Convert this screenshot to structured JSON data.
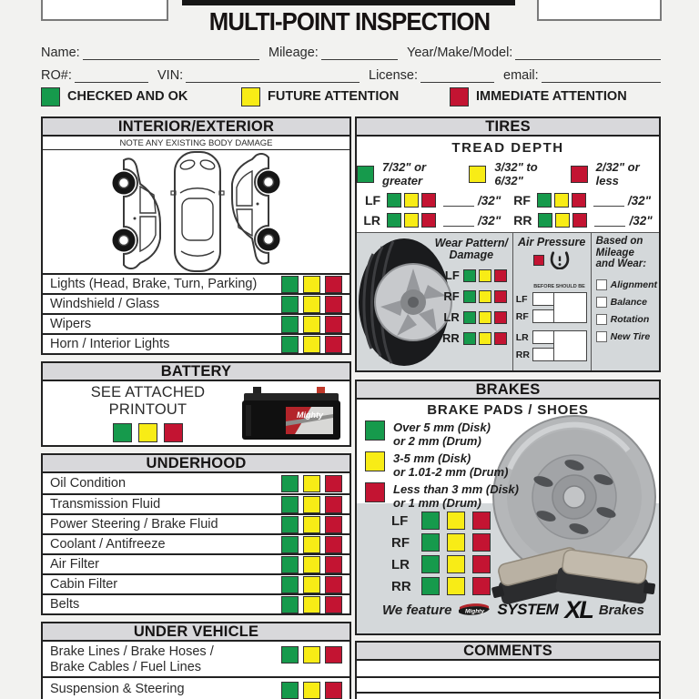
{
  "colors": {
    "green": "#169a4c",
    "yellow": "#f8ec16",
    "red": "#c31432",
    "header_bg": "#d8d8db",
    "panel_bg": "#d4d8da"
  },
  "header": {
    "title": "MULTI-POINT INSPECTION"
  },
  "form": {
    "name_label": "Name:",
    "mileage_label": "Mileage:",
    "ymm_label": "Year/Make/Model:",
    "ro_label": "RO#:",
    "vin_label": "VIN:",
    "license_label": "License:",
    "email_label": "email:"
  },
  "legend": {
    "ok": "CHECKED AND OK",
    "future": "FUTURE ATTENTION",
    "immediate": "IMMEDIATE ATTENTION"
  },
  "interior_exterior": {
    "title": "INTERIOR/EXTERIOR",
    "note": "NOTE ANY EXISTING BODY DAMAGE",
    "items": [
      "Lights (Head, Brake, Turn, Parking)",
      "Windshield / Glass",
      "Wipers",
      "Horn / Interior Lights"
    ]
  },
  "battery": {
    "title": "BATTERY",
    "text": "SEE ATTACHED PRINTOUT",
    "brand": "Mighty"
  },
  "underhood": {
    "title": "UNDERHOOD",
    "items": [
      "Oil Condition",
      "Transmission Fluid",
      "Power Steering / Brake Fluid",
      "Coolant / Antifreeze",
      "Air Filter",
      "Cabin Filter",
      "Belts"
    ]
  },
  "under_vehicle": {
    "title": "UNDER VEHICLE",
    "rows": [
      [
        "Brake Lines / Brake Hoses /",
        "Brake Cables / Fuel Lines"
      ],
      [
        "Suspension & Steering"
      ]
    ]
  },
  "tires": {
    "title": "TIRES",
    "tread": {
      "title": "TREAD DEPTH",
      "legend": [
        {
          "label": "7/32\" or greater"
        },
        {
          "label": "3/32\" to 6/32\""
        },
        {
          "label": "2/32\" or less"
        }
      ],
      "unit": "/32\"",
      "positions": [
        "LF",
        "RF",
        "LR",
        "RR"
      ]
    },
    "wear": {
      "title1": "Wear Pattern/",
      "title2": "Damage",
      "positions": [
        "LF",
        "RF",
        "LR",
        "RR"
      ]
    },
    "air": {
      "title": "Air Pressure",
      "before": "BEFORE",
      "should": "SHOULD BE",
      "positions": [
        "LF",
        "RF",
        "LR",
        "RR"
      ]
    },
    "based": {
      "title1": "Based on",
      "title2": "Mileage",
      "title3": "and Wear:",
      "options": [
        "Alignment",
        "Balance",
        "Rotation",
        "New Tire"
      ]
    }
  },
  "brakes": {
    "title": "BRAKES",
    "subtitle": "BRAKE PADS / SHOES",
    "legend": [
      [
        "Over 5 mm (Disk)",
        "or 2 mm (Drum)"
      ],
      [
        "3-5 mm (Disk)",
        "or 1.01-2 mm (Drum)"
      ],
      [
        "Less than 3 mm (Disk)",
        "or 1 mm (Drum)"
      ]
    ],
    "positions": [
      "LF",
      "RF",
      "LR",
      "RR"
    ],
    "footer": {
      "prefix": "We feature",
      "brand": "Mighty",
      "system": "SYSTEM",
      "xl": "XL",
      "suffix": "Brakes"
    }
  },
  "comments": {
    "title": "COMMENTS"
  }
}
